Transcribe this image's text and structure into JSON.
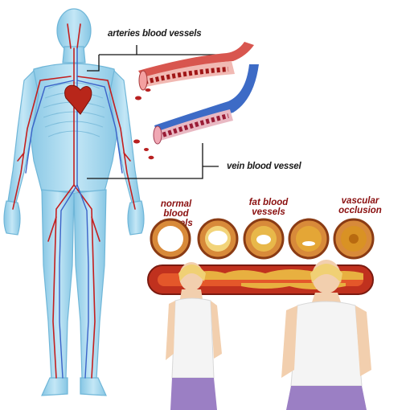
{
  "labels": {
    "arteries": "arteries blood vessels",
    "vein": "vein blood vessel",
    "normal": [
      "normal blood",
      "vessels"
    ],
    "fat": [
      "fat blood",
      "vessels"
    ],
    "occlusion": [
      "vascular",
      "occlusion"
    ]
  },
  "colors": {
    "body_fill": "#9fd4ec",
    "artery": "#c41e1e",
    "vein": "#3a62c8",
    "label_red": "#8a1010",
    "plaque": "#e0a020",
    "skin": "#f2cfae",
    "tank_top": "#f4f4f4",
    "shorts": "#9b7fc4"
  }
}
